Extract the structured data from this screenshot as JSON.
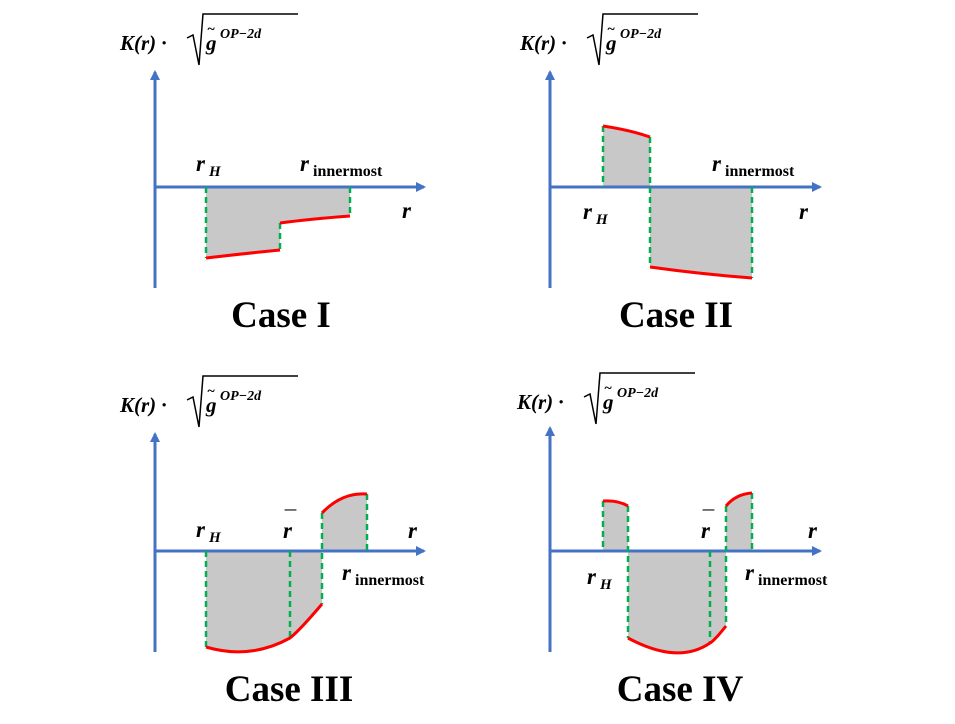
{
  "y_axis_label": {
    "main": "K(r) ·",
    "g_base": "g",
    "g_tilde": "~",
    "g_sup": "OP−2d"
  },
  "x_axis_label": "r",
  "marker_labels": {
    "r_h_base": "r",
    "r_h_sub": "H",
    "r_inner_base": "r",
    "r_inner_sub": "innermost",
    "r_bar": "r",
    "r_bar_mark": "¯"
  },
  "colors": {
    "axis": "#4472C4",
    "curve": "#FF0000",
    "dashed": "#00B050",
    "fill": "#C8C8C8",
    "text": "#000000"
  },
  "panels": [
    {
      "id": "case-1",
      "title": "Case I"
    },
    {
      "id": "case-2",
      "title": "Case II"
    },
    {
      "id": "case-3",
      "title": "Case III"
    },
    {
      "id": "case-4",
      "title": "Case IV"
    }
  ]
}
